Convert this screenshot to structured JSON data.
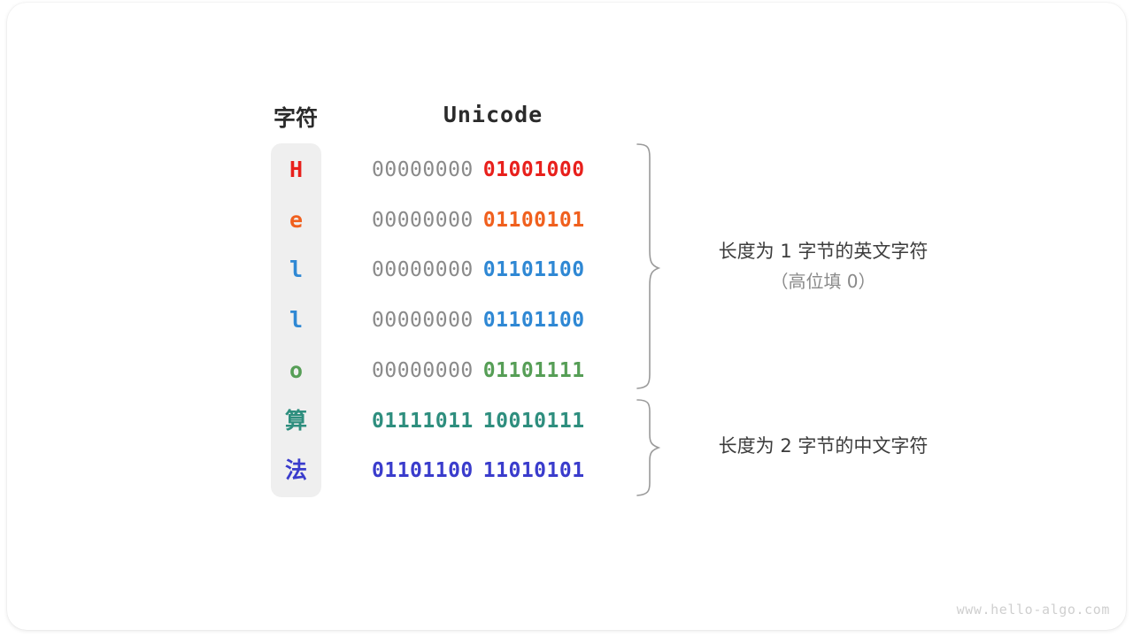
{
  "figure": {
    "watermark": "www.hello-algo.com",
    "headers": {
      "character": "字符",
      "unicode": "Unicode"
    },
    "colors": {
      "red": "#e8201c",
      "orange": "#f0601e",
      "blue": "#2f88d4",
      "green": "#569e56",
      "teal": "#2e8e7e",
      "royal_blue": "#3a3ccc",
      "gray_zero": "#8a8a8a",
      "column_bg": "#efefef",
      "brace": "#999999",
      "text": "#3c3c3c",
      "watermark": "#cfcfcf"
    },
    "rows": [
      {
        "char": "H",
        "color": "#e8201c",
        "high_byte": "00000000",
        "low_byte": "01001000",
        "high_filled": false,
        "group": 1
      },
      {
        "char": "e",
        "color": "#f0601e",
        "high_byte": "00000000",
        "low_byte": "01100101",
        "high_filled": false,
        "group": 1
      },
      {
        "char": "l",
        "color": "#2f88d4",
        "high_byte": "00000000",
        "low_byte": "01101100",
        "high_filled": false,
        "group": 1
      },
      {
        "char": "l",
        "color": "#2f88d4",
        "high_byte": "00000000",
        "low_byte": "01101100",
        "high_filled": false,
        "group": 1
      },
      {
        "char": "o",
        "color": "#569e56",
        "high_byte": "00000000",
        "low_byte": "01101111",
        "high_filled": false,
        "group": 1
      },
      {
        "char": "算",
        "color": "#2e8e7e",
        "high_byte": "01111011",
        "low_byte": "10010111",
        "high_filled": true,
        "group": 2
      },
      {
        "char": "法",
        "color": "#3a3ccc",
        "high_byte": "01101100",
        "low_byte": "11010101",
        "high_filled": true,
        "group": 2
      }
    ],
    "annotations": [
      {
        "line1": "长度为 1 字节的英文字符",
        "line2": "（高位填 0）"
      },
      {
        "line1": "长度为 2 字节的中文字符",
        "line2": ""
      }
    ]
  }
}
